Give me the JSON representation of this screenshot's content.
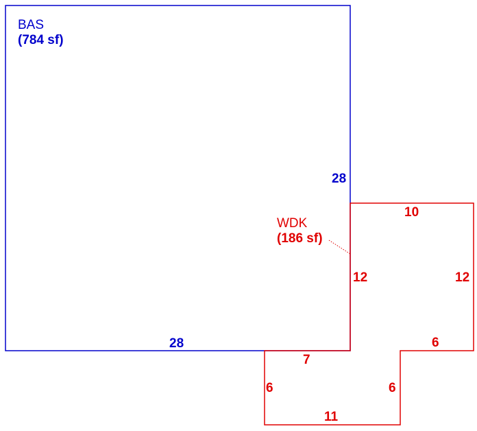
{
  "colors": {
    "bas": "#0000cc",
    "wdk": "#e00000",
    "background": "#ffffff"
  },
  "areas": {
    "bas": {
      "code": "BAS",
      "area_label": "(784 sf)"
    },
    "wdk": {
      "code": "WDK",
      "area_label": "(186 sf)"
    }
  },
  "dimensions": {
    "bas": {
      "right": "28",
      "bottom": "28"
    },
    "wdk": {
      "top": "10",
      "left_upper": "12",
      "right": "12",
      "step_right": "6",
      "step_left": "7",
      "lower_left": "6",
      "lower_right": "6",
      "bottom": "11"
    }
  }
}
